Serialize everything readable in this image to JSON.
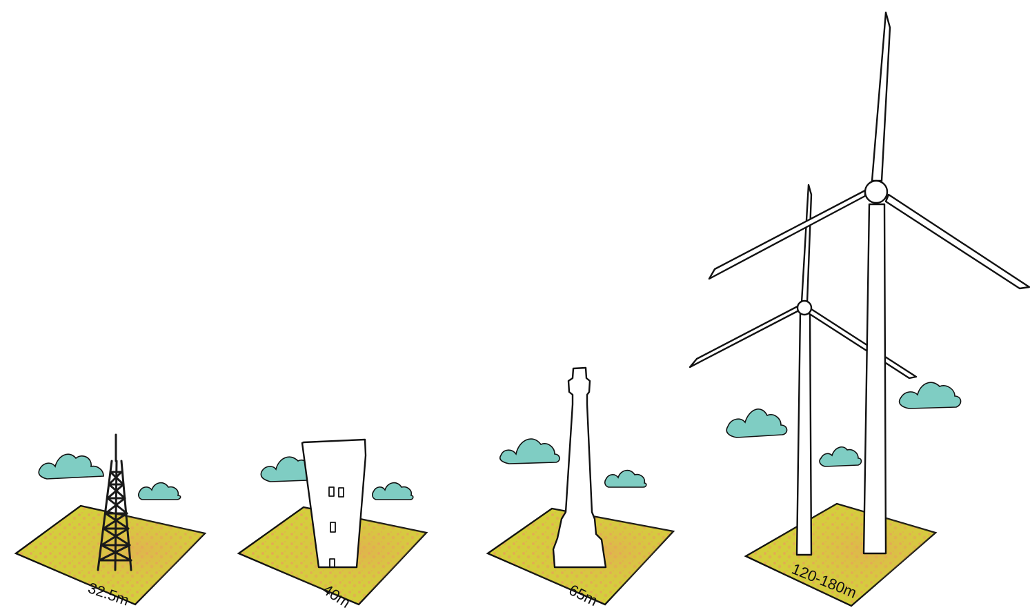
{
  "colors": {
    "ground": "#d4cf3c",
    "ground_speckle": "#e9a05a",
    "cloud": "#7fcdc3",
    "outline": "#111111",
    "structure_fill": "#ffffff"
  },
  "structures": [
    {
      "name": "lattice-mast",
      "height_label": "32.5m",
      "height_m": 32.5
    },
    {
      "name": "water-tower",
      "height_label": "40m",
      "height_m": 40
    },
    {
      "name": "chimney",
      "height_label": "65m",
      "height_m": 65
    },
    {
      "name": "wind-turbines",
      "height_label": "120-180m",
      "height_m_range": [
        120,
        180
      ]
    }
  ]
}
